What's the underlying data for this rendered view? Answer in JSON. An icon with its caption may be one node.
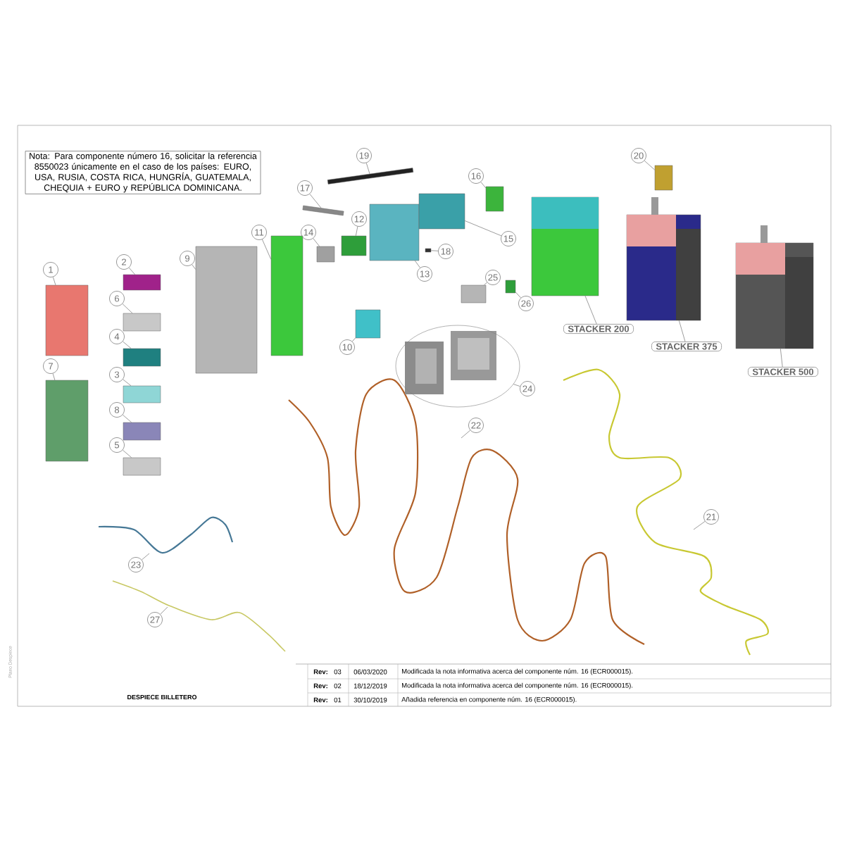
{
  "diagram": {
    "title": "DESPIECE BILLETERO",
    "nodes": [
      {
        "text": [
          "1"
        ]
      },
      {
        "text": [],
        "shape": "box"
      },
      {
        "text": [
          "2"
        ]
      },
      {
        "text": [],
        "shape": "box"
      },
      {
        "text": [
          "6"
        ]
      },
      {
        "text": [],
        "shape": "box"
      },
      {
        "text": [
          "4"
        ]
      },
      {
        "text": [],
        "shape": "box"
      },
      {
        "text": [
          "3"
        ]
      },
      {
        "text": [],
        "shape": "box"
      },
      {
        "text": [
          "8"
        ]
      },
      {
        "text": [],
        "shape": "box"
      },
      {
        "text": [
          "5"
        ]
      },
      {
        "text": [],
        "shape": "box"
      },
      {
        "text": [
          "7"
        ]
      },
      {
        "text": [],
        "shape": "box"
      },
      {
        "text": [
          "9"
        ]
      },
      {
        "text": [],
        "shape": "box"
      },
      {
        "text": [
          "11"
        ]
      },
      {
        "text": [],
        "shape": "box"
      },
      {
        "text": [
          "14"
        ]
      },
      {
        "text": [],
        "shape": "box"
      },
      {
        "text": [
          "12"
        ]
      },
      {
        "text": [],
        "shape": "box"
      },
      {
        "text": [
          "17"
        ]
      },
      {
        "text": [],
        "shape": "box"
      },
      {
        "text": [
          "19"
        ]
      },
      {
        "text": [],
        "shape": "box"
      },
      {
        "text": [
          "13"
        ]
      },
      {
        "text": [],
        "shape": "box"
      },
      {
        "text": [
          "15"
        ]
      },
      {
        "text": [],
        "shape": "box"
      },
      {
        "text": [
          "18"
        ]
      },
      {
        "text": [],
        "shape": "box"
      },
      {
        "text": [
          "16"
        ]
      },
      {
        "text": [],
        "shape": "box"
      },
      {
        "text": [
          "20"
        ]
      },
      {
        "text": [],
        "shape": "box"
      },
      {
        "text": [
          "25"
        ]
      },
      {
        "text": [],
        "shape": "box"
      },
      {
        "text": [
          "26"
        ]
      },
      {
        "text": [],
        "shape": "box"
      },
      {
        "text": [
          "10"
        ]
      },
      {
        "text": [],
        "shape": "box"
      },
      {
        "text": [
          "24"
        ]
      },
      {
        "text": [],
        "shape": "ellipse"
      },
      {
        "text": [
          "22"
        ]
      },
      {
        "text": [
          "21"
        ]
      },
      {
        "text": [
          "23"
        ]
      },
      {
        "text": [
          "27"
        ]
      },
      {
        "text": [
          "STACKER 200"
        ]
      },
      {
        "text": [],
        "shape": "box"
      },
      {
        "text": [
          "STACKER 375"
        ]
      },
      {
        "text": [],
        "shape": "box"
      },
      {
        "text": [
          "STACKER 500"
        ]
      },
      {
        "text": [],
        "shape": "box"
      }
    ],
    "edges": [
      {
        "from": 0,
        "to": 1,
        "arrow": "none"
      },
      {
        "from": 2,
        "to": 3,
        "arrow": "none"
      },
      {
        "from": 4,
        "to": 5,
        "arrow": "none"
      },
      {
        "from": 6,
        "to": 7,
        "arrow": "none"
      },
      {
        "from": 8,
        "to": 9,
        "arrow": "none"
      },
      {
        "from": 10,
        "to": 11,
        "arrow": "none"
      },
      {
        "from": 12,
        "to": 13,
        "arrow": "none"
      },
      {
        "from": 14,
        "to": 15,
        "arrow": "none"
      },
      {
        "from": 16,
        "to": 17,
        "arrow": "none"
      },
      {
        "from": 18,
        "to": 19,
        "arrow": "none"
      },
      {
        "from": 20,
        "to": 21,
        "arrow": "none"
      },
      {
        "from": 22,
        "to": 23,
        "arrow": "none"
      },
      {
        "from": 24,
        "to": 25,
        "arrow": "none"
      },
      {
        "from": 26,
        "to": 27,
        "arrow": "none"
      },
      {
        "from": 28,
        "to": 29,
        "arrow": "none"
      },
      {
        "from": 30,
        "to": 31,
        "arrow": "none"
      },
      {
        "from": 32,
        "to": 33,
        "arrow": "none"
      },
      {
        "from": 34,
        "to": 35,
        "arrow": "none"
      },
      {
        "from": 36,
        "to": 37,
        "arrow": "none"
      },
      {
        "from": 38,
        "to": 39,
        "arrow": "none"
      },
      {
        "from": 40,
        "to": 41,
        "arrow": "none"
      },
      {
        "from": 42,
        "to": 43,
        "arrow": "none"
      },
      {
        "from": 44,
        "to": 45,
        "arrow": "none"
      },
      {
        "from": 46,
        "to": null,
        "arrow": "none"
      },
      {
        "from": 47,
        "to": null,
        "arrow": "none"
      },
      {
        "from": 48,
        "to": null,
        "arrow": "none"
      },
      {
        "from": 49,
        "to": null,
        "arrow": "none"
      },
      {
        "from": 50,
        "to": 51,
        "arrow": "none"
      },
      {
        "from": 52,
        "to": 53,
        "arrow": "none"
      },
      {
        "from": 54,
        "to": 55,
        "arrow": "none"
      }
    ],
    "labels": [
      "Nota: Para componente número 16, solicitar la referencia 8550023 únicamente en el caso de los países: EURO, USA, RUSIA, COSTA RICA, HUNGRÍA, GUATEMALA, CHEQUIA + EURO y REPÚBLICA DOMINICANA.",
      "Rev:",
      "03",
      "06/03/2020",
      "Modificada la nota informativa acerca del componente núm. 16 (ECR000015).",
      "Rev:",
      "02",
      "18/12/2019",
      "Modificada la nota informativa acerca del componente núm. 16 (ECR000015).",
      "Rev:",
      "01",
      "30/10/2019",
      "Añadida referencia en componente núm. 16 (ECR000015).",
      "Plano Despiece"
    ]
  }
}
